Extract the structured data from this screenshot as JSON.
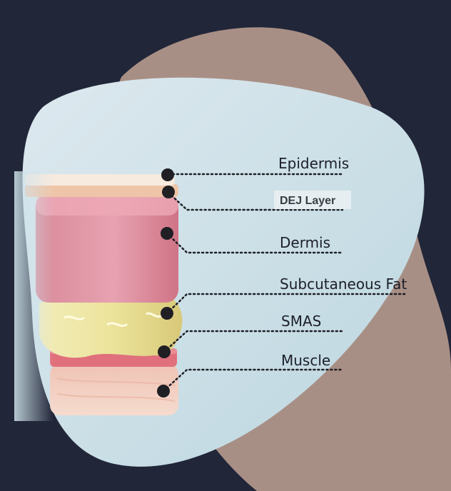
{
  "colors": {
    "background": "#212639",
    "back_blob": "#a88f85",
    "front_blob": "#cfe3ea",
    "leader_line": "#1e1f26",
    "dot": "#1f1f24"
  },
  "layers": [
    {
      "id": "epidermis",
      "label": "Epidermis",
      "style": "plain"
    },
    {
      "id": "dej",
      "label": "DEJ Layer",
      "style": "boxed"
    },
    {
      "id": "dermis",
      "label": "Dermis",
      "style": "plain"
    },
    {
      "id": "fat",
      "label": "Subcutaneous Fat",
      "style": "plain"
    },
    {
      "id": "smas",
      "label": "SMAS",
      "style": "plain"
    },
    {
      "id": "muscle",
      "label": "Muscle",
      "style": "plain"
    }
  ]
}
